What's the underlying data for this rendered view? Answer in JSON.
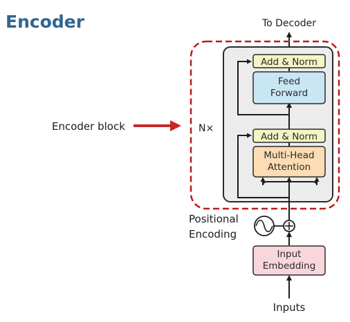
{
  "title": "Encoder",
  "labels": {
    "to_decoder": "To Decoder",
    "encoder_block": "Encoder block",
    "nx": "N×",
    "positional": "Positional",
    "encoding": "Encoding",
    "inputs": "Inputs"
  },
  "blocks": {
    "add_norm_top": "Add & Norm",
    "feed_forward_1": "Feed",
    "feed_forward_2": "Forward",
    "add_norm_bottom": "Add & Norm",
    "attention_1": "Multi-Head",
    "attention_2": "Attention",
    "embedding_1": "Input",
    "embedding_2": "Embedding"
  },
  "colors": {
    "title": "#2f6690",
    "dashed_border": "#b71c1c",
    "arrow_red": "#c62828",
    "add_norm": "#f3f5c5",
    "feed_forward": "#c9e6f5",
    "attention": "#fcdcb3",
    "embedding": "#f9d6dc",
    "layer_bg": "#ececec"
  }
}
